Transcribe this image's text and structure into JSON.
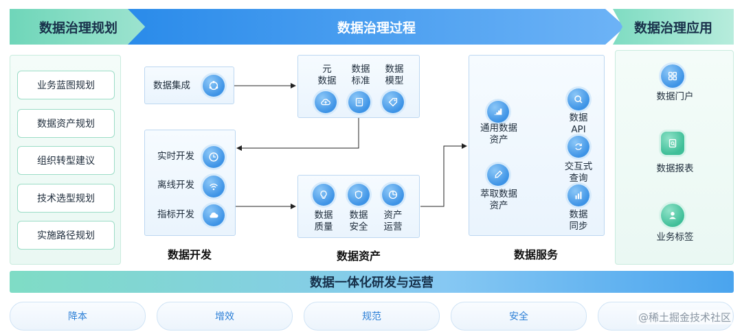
{
  "banners": {
    "left": "数据治理规划",
    "middle": "数据治理过程",
    "right": "数据治理应用"
  },
  "planning": {
    "items": [
      "业务蓝图规划",
      "数据资产规划",
      "组织转型建议",
      "技术选型规划",
      "实施路径规划"
    ]
  },
  "process": {
    "integration": {
      "label": "数据集成"
    },
    "meta": [
      {
        "line1": "元",
        "line2": "数据"
      },
      {
        "line1": "数据",
        "line2": "标准"
      },
      {
        "line1": "数据",
        "line2": "模型"
      }
    ],
    "development": {
      "items": [
        "实时开发",
        "离线开发",
        "指标开发"
      ],
      "title": "数据开发"
    },
    "assets": {
      "items": [
        {
          "line1": "数据",
          "line2": "质量"
        },
        {
          "line1": "数据",
          "line2": "安全"
        },
        {
          "line1": "资产",
          "line2": "运营"
        }
      ],
      "title": "数据资产"
    },
    "services": {
      "left": [
        {
          "line1": "通用数据",
          "line2": "资产"
        },
        {
          "line1": "萃取数据",
          "line2": "资产"
        }
      ],
      "right": [
        {
          "line1": "数据",
          "line2": "API"
        },
        {
          "line1": "交互式",
          "line2": "查询"
        },
        {
          "line1": "数据",
          "line2": "同步"
        }
      ],
      "title": "数据服务"
    }
  },
  "applications": {
    "items": [
      "数据门户",
      "数据报表",
      "业务标签"
    ]
  },
  "bottom_bar": "数据一体化研发与运营",
  "pills": [
    "降本",
    "增效",
    "规范",
    "安全",
    ""
  ],
  "watermark": "@稀土掘金技术社区",
  "colors": {
    "accent_blue": "#2a8bea",
    "accent_green": "#3fbf98",
    "pill_text": "#2c7fd6"
  }
}
